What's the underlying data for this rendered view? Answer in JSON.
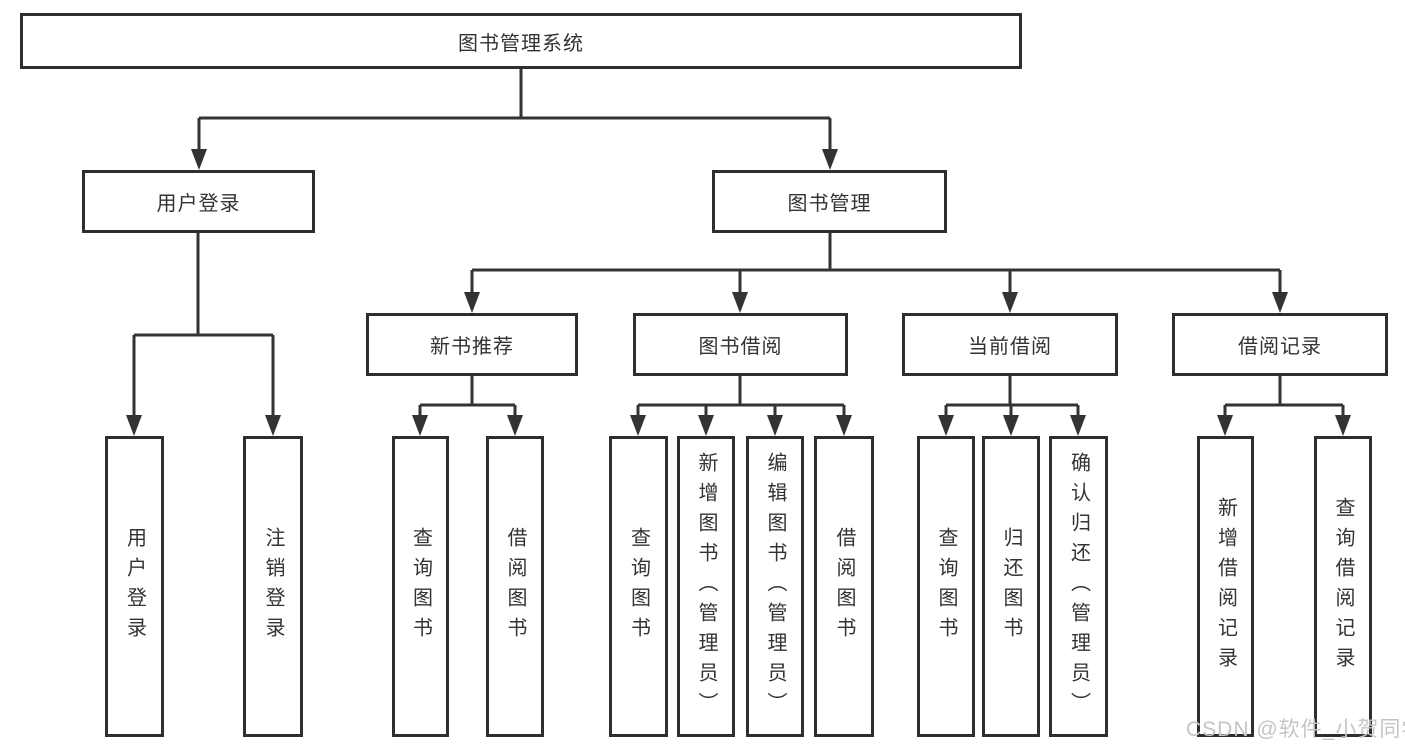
{
  "tree": {
    "label": "图书管理系统",
    "children": [
      {
        "label": "用户登录",
        "children": [
          {
            "label": "用户登录"
          },
          {
            "label": "注销登录"
          }
        ]
      },
      {
        "label": "图书管理",
        "children": [
          {
            "label": "新书推荐",
            "children": [
              {
                "label": "查询图书"
              },
              {
                "label": "借阅图书"
              }
            ]
          },
          {
            "label": "图书借阅",
            "children": [
              {
                "label": "查询图书"
              },
              {
                "label": "新增图书（管理员）"
              },
              {
                "label": "编辑图书（管理员）"
              },
              {
                "label": "借阅图书"
              }
            ]
          },
          {
            "label": "当前借阅",
            "children": [
              {
                "label": "查询图书"
              },
              {
                "label": "归还图书"
              },
              {
                "label": "确认归还（管理员）"
              }
            ]
          },
          {
            "label": "借阅记录",
            "children": [
              {
                "label": "新增借阅记录"
              },
              {
                "label": "查询借阅记录"
              }
            ]
          }
        ]
      }
    ]
  },
  "watermark": {
    "text": "CSDN @软件_小贺同学",
    "color": "#c5c5c5"
  },
  "colors": {
    "background": "#ffffff",
    "box_border": "#2e2e2e",
    "line": "#333333",
    "text": "#333333"
  }
}
